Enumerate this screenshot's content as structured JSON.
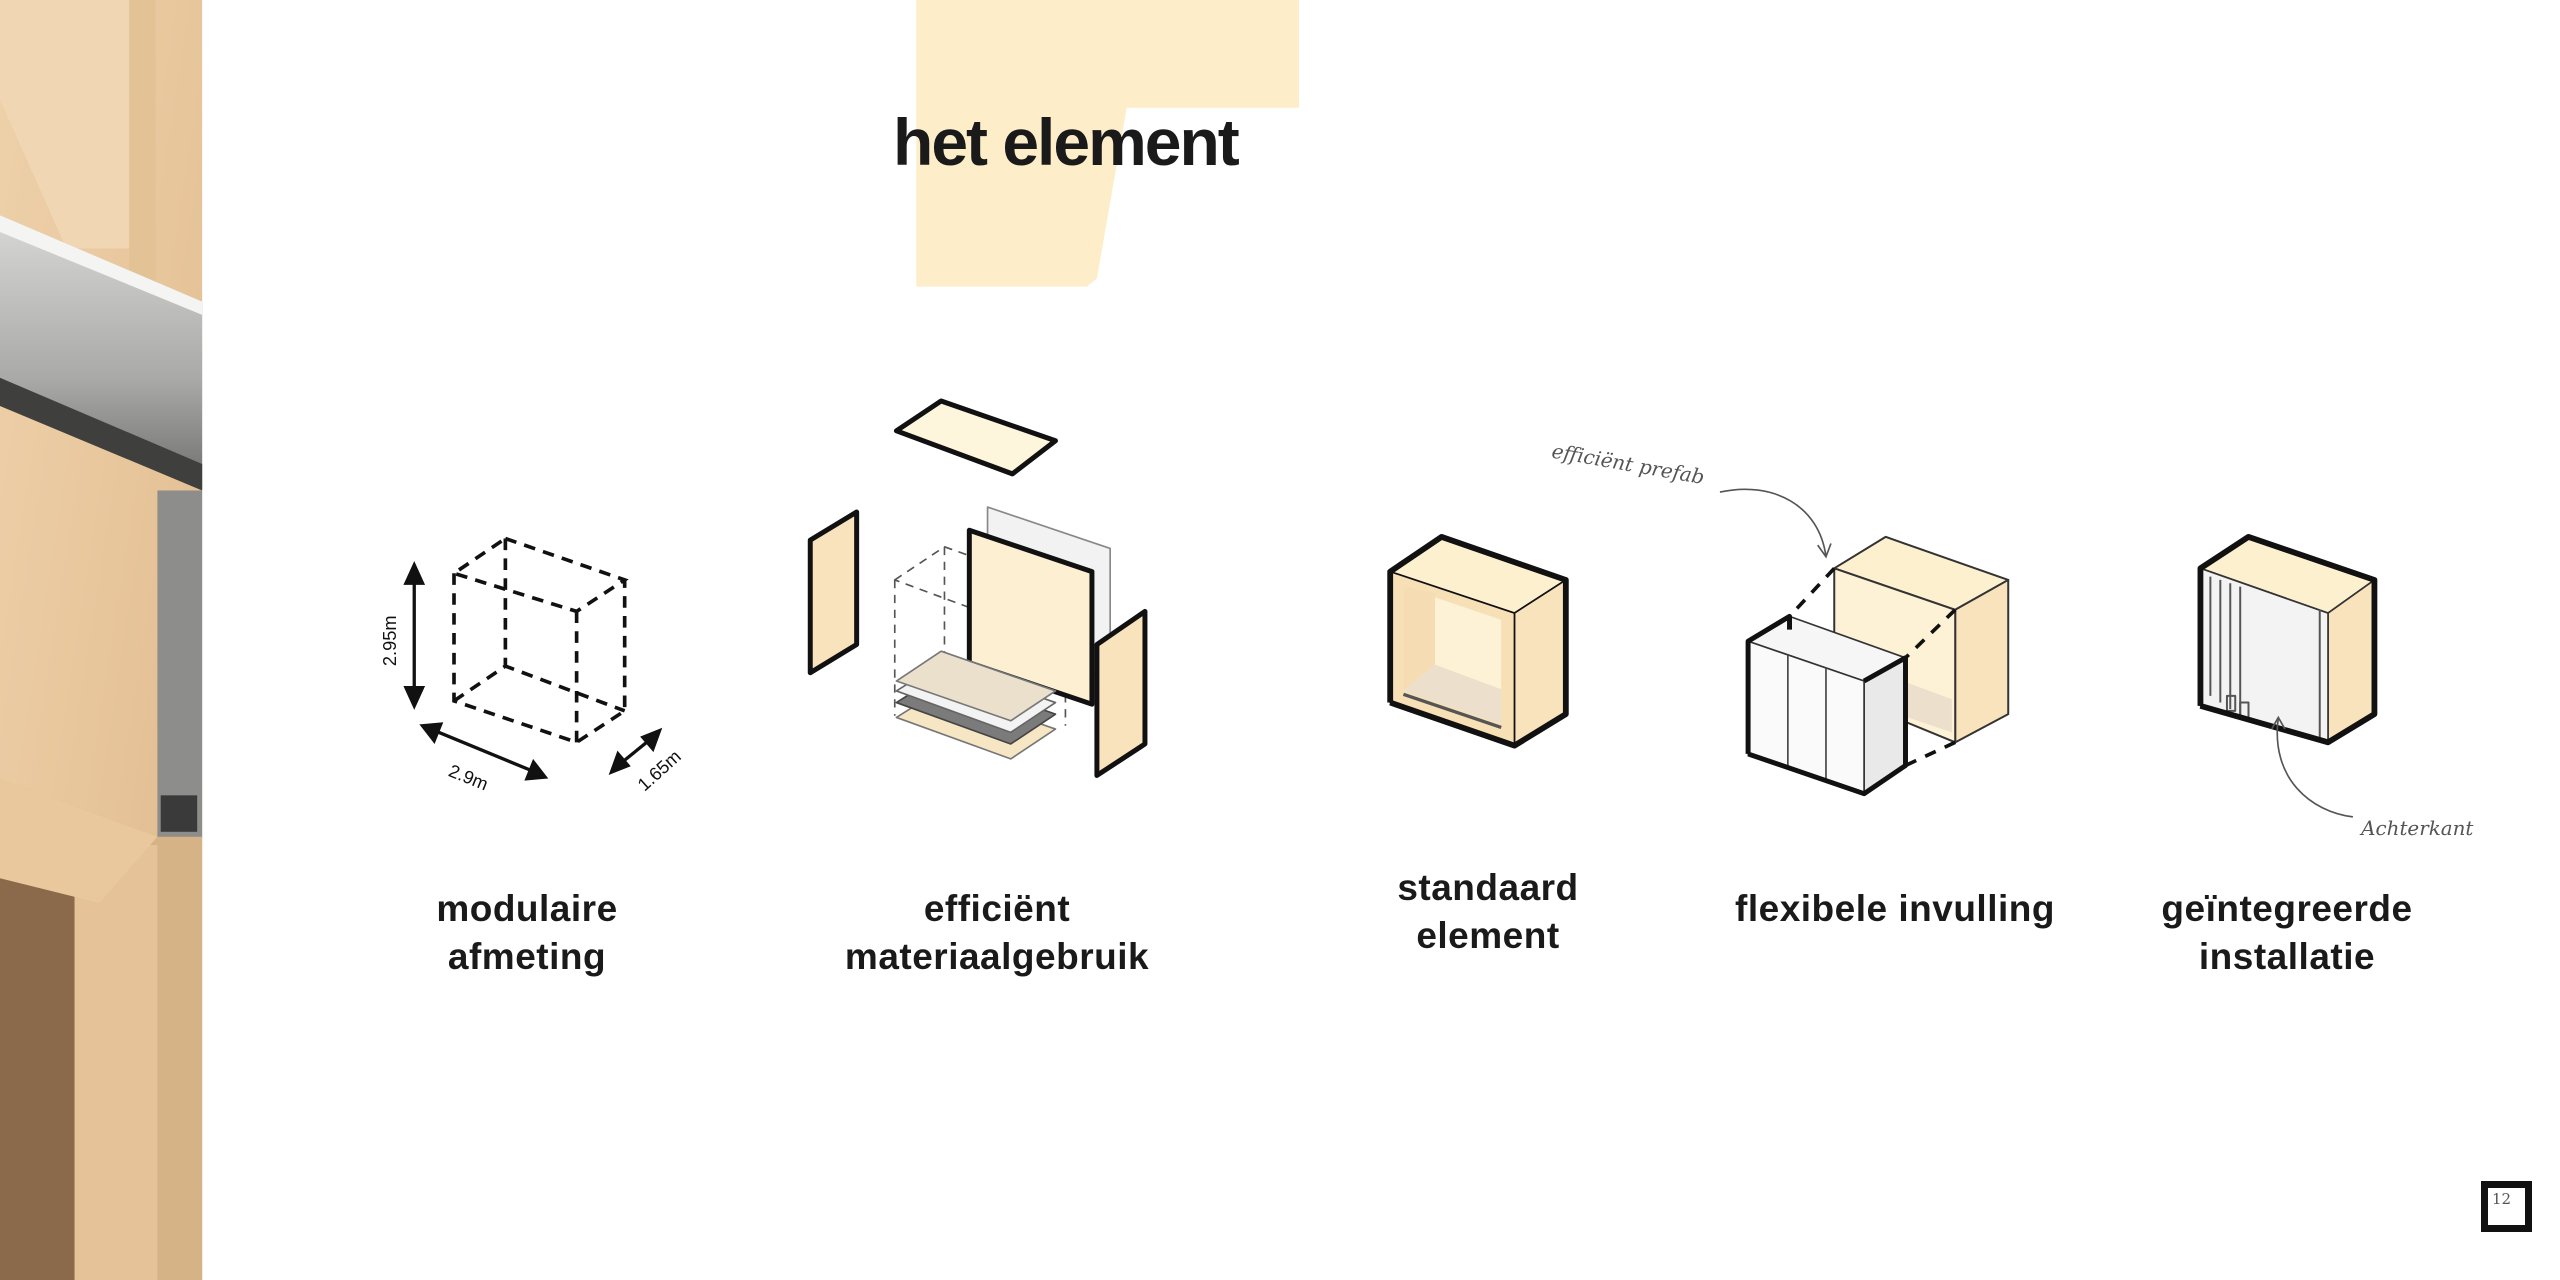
{
  "title": "het element",
  "colors": {
    "accent_yellow": "#fdeec9",
    "panel_light": "#fdf3dc",
    "panel_wood": "#f8e3bd"
  },
  "diagrams": [
    {
      "label_lines": [
        "modulaire",
        "afmeting"
      ],
      "dimensions": {
        "height": "2.95m",
        "width": "2.9m",
        "depth": "1.65m"
      }
    },
    {
      "label_lines": [
        "efficiënt",
        "materiaalgebruik"
      ]
    },
    {
      "label_lines": [
        "standaard",
        "element"
      ]
    },
    {
      "label_lines": [
        "flexibele invulling"
      ],
      "annotation": "efficiënt prefab"
    },
    {
      "label_lines": [
        "geïntegreerde",
        "installatie"
      ],
      "annotation": "Achterkant"
    }
  ],
  "page_number": "12"
}
